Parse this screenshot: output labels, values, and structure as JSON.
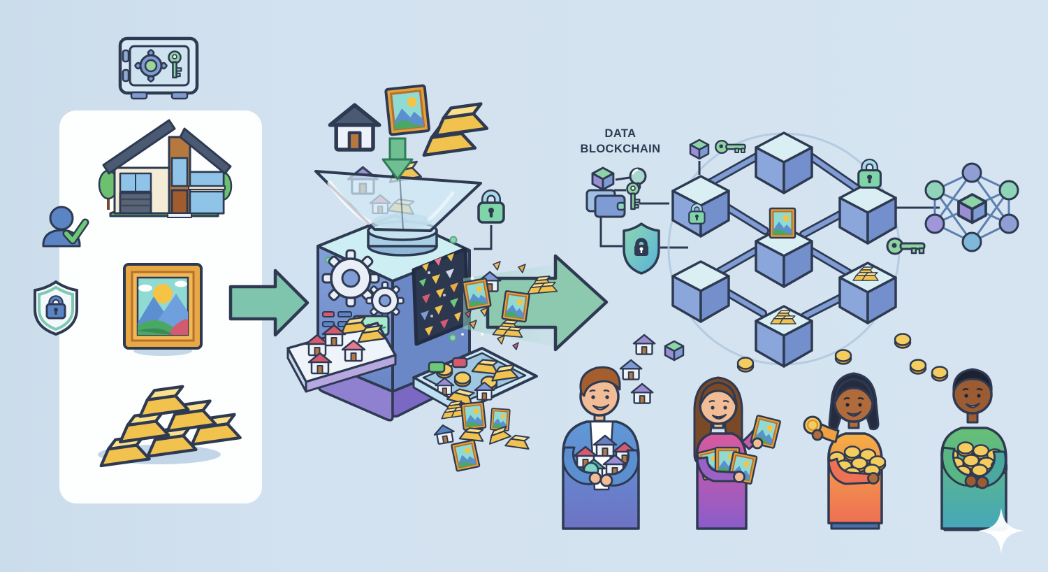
{
  "label": {
    "line1": "DATA",
    "line2": "BLOCKCHAIN"
  },
  "palette": {
    "background": "#d3e2f0",
    "outline": "#2e3a52",
    "panel_white": "#fdfefe",
    "arrow_green": "#85c6ab",
    "funnel_glass": "#cfe6f2",
    "machine_blue_left": "#7a97d2",
    "machine_blue_right": "#6b88c6",
    "machine_purple": "#8b7ccf",
    "machine_top": "#cdeef2",
    "window_dark": "#2c3750",
    "gold": "#f2c24e",
    "gold_light": "#fbe08a",
    "lock_green": "#7fd4a8",
    "shackle_blue": "#a8d8e8",
    "key_green": "#8fd4a0",
    "cube_top": "#daeff3",
    "cube_left": "#8aa6da",
    "cube_right": "#7390cc",
    "coin_gold": "#f5cd5e",
    "screen_green": "#a8e8cc"
  },
  "left_panel": {
    "assets": [
      "modern-house",
      "framed-landscape-painting",
      "gold-bar-pyramid"
    ],
    "icons": [
      "safe-icon",
      "verified-person-icon",
      "shield-lock-icon"
    ]
  },
  "machine": {
    "parts": [
      "glass-funnel",
      "down-arrow",
      "gears",
      "control-buttons",
      "status-screen",
      "fragment-window",
      "house-token-tray",
      "token-bin",
      "padlock-icon"
    ]
  },
  "flow": {
    "input_arrow": "green-right-arrow",
    "output_arrow": "green-right-arrow",
    "spray_items": [
      "mini-house",
      "mini-painting",
      "gold-bars",
      "fragments"
    ]
  },
  "blockchain": {
    "cube_count": 7,
    "cube_markers": [
      "padlock-on-face",
      "padlock-on-top",
      "painting-token",
      "gold-token",
      "gold-token"
    ],
    "side_icons": [
      "small-cube-icon",
      "pin-icon",
      "wallet-icon",
      "key-icon",
      "security-shield-icon",
      "tiny-cube-icon",
      "horizontal-key-icon"
    ],
    "network_graph_nodes": 6
  },
  "people": [
    {
      "role": "man-holding-house-tokens"
    },
    {
      "role": "woman-holding-painting-tokens"
    },
    {
      "role": "woman-holding-coin-tokens"
    },
    {
      "role": "man-holding-coin-tokens"
    }
  ],
  "decorations": [
    "floating-mini-houses",
    "floating-cubes",
    "gold-coins",
    "sparkle"
  ]
}
